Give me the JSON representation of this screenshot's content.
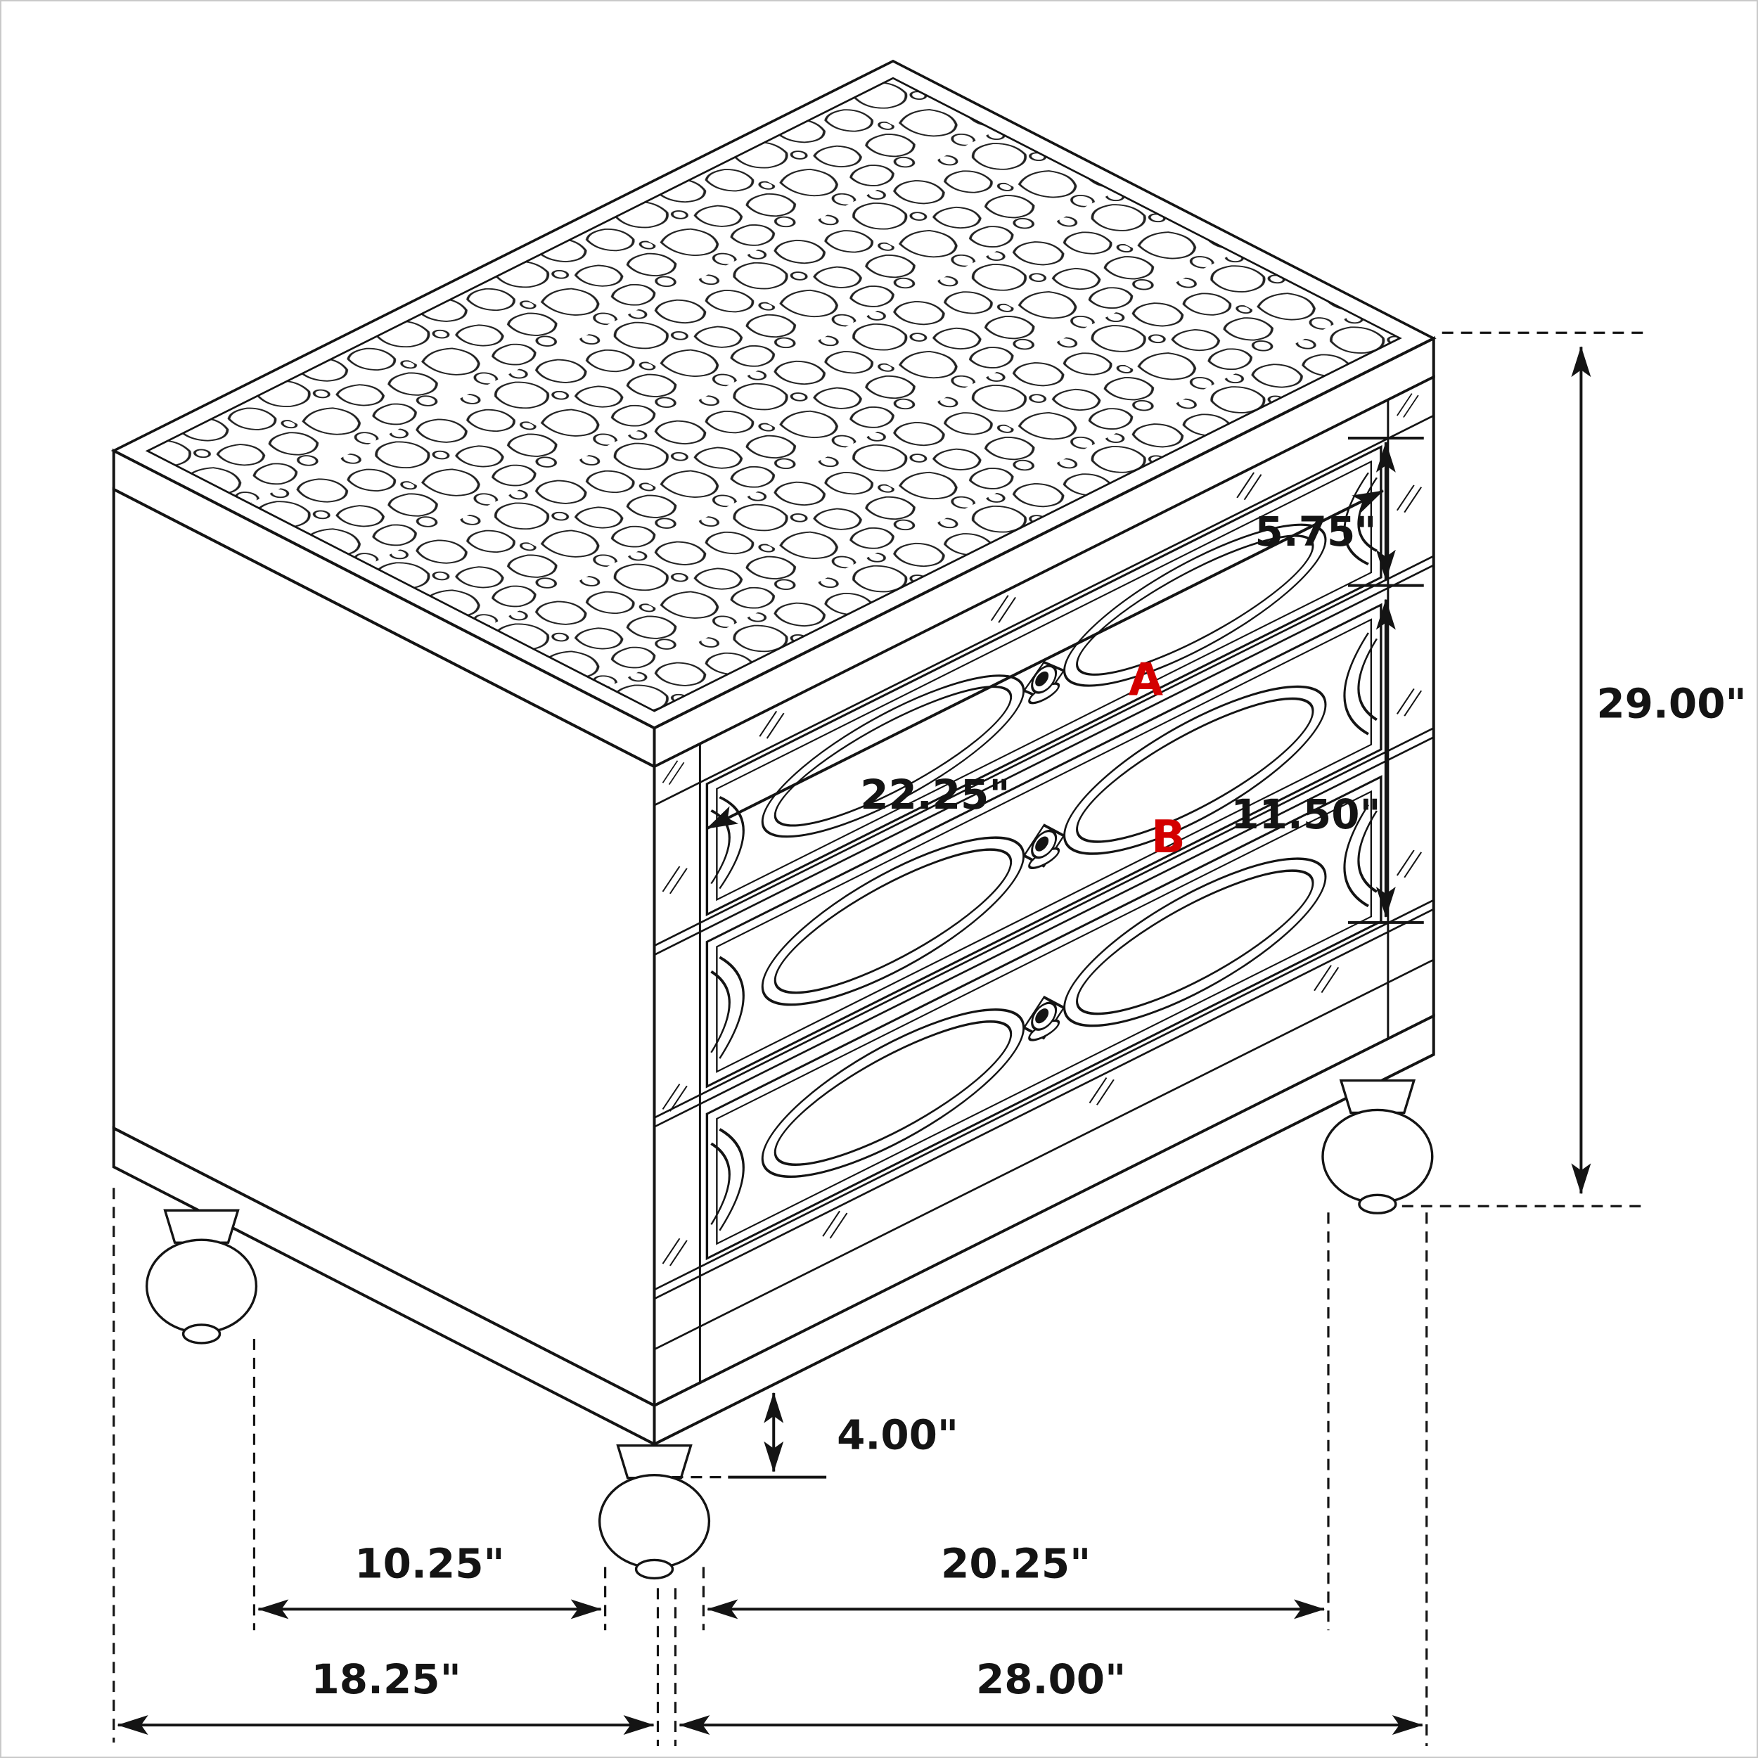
{
  "page": {
    "background": "#ffffff",
    "frame_color": "#c9c9c9"
  },
  "diagram": {
    "subject": "Three-drawer mirrored nightstand with textured top, isometric dimension drawing",
    "ink_color": "#141414",
    "accent_color": "#d40000",
    "labels": {
      "top_drawer_height": "5.75\"",
      "overall_height": "29.00\"",
      "drawer_width": "22.25\"",
      "bottom_drawer_height": "11.50\"",
      "foot_height": "4.00\"",
      "side_foot_spacing": "10.25\"",
      "front_foot_spacing": "20.25\"",
      "overall_depth": "18.25\"",
      "overall_width": "28.00\"",
      "marker_a": "A",
      "marker_b": "B"
    }
  }
}
